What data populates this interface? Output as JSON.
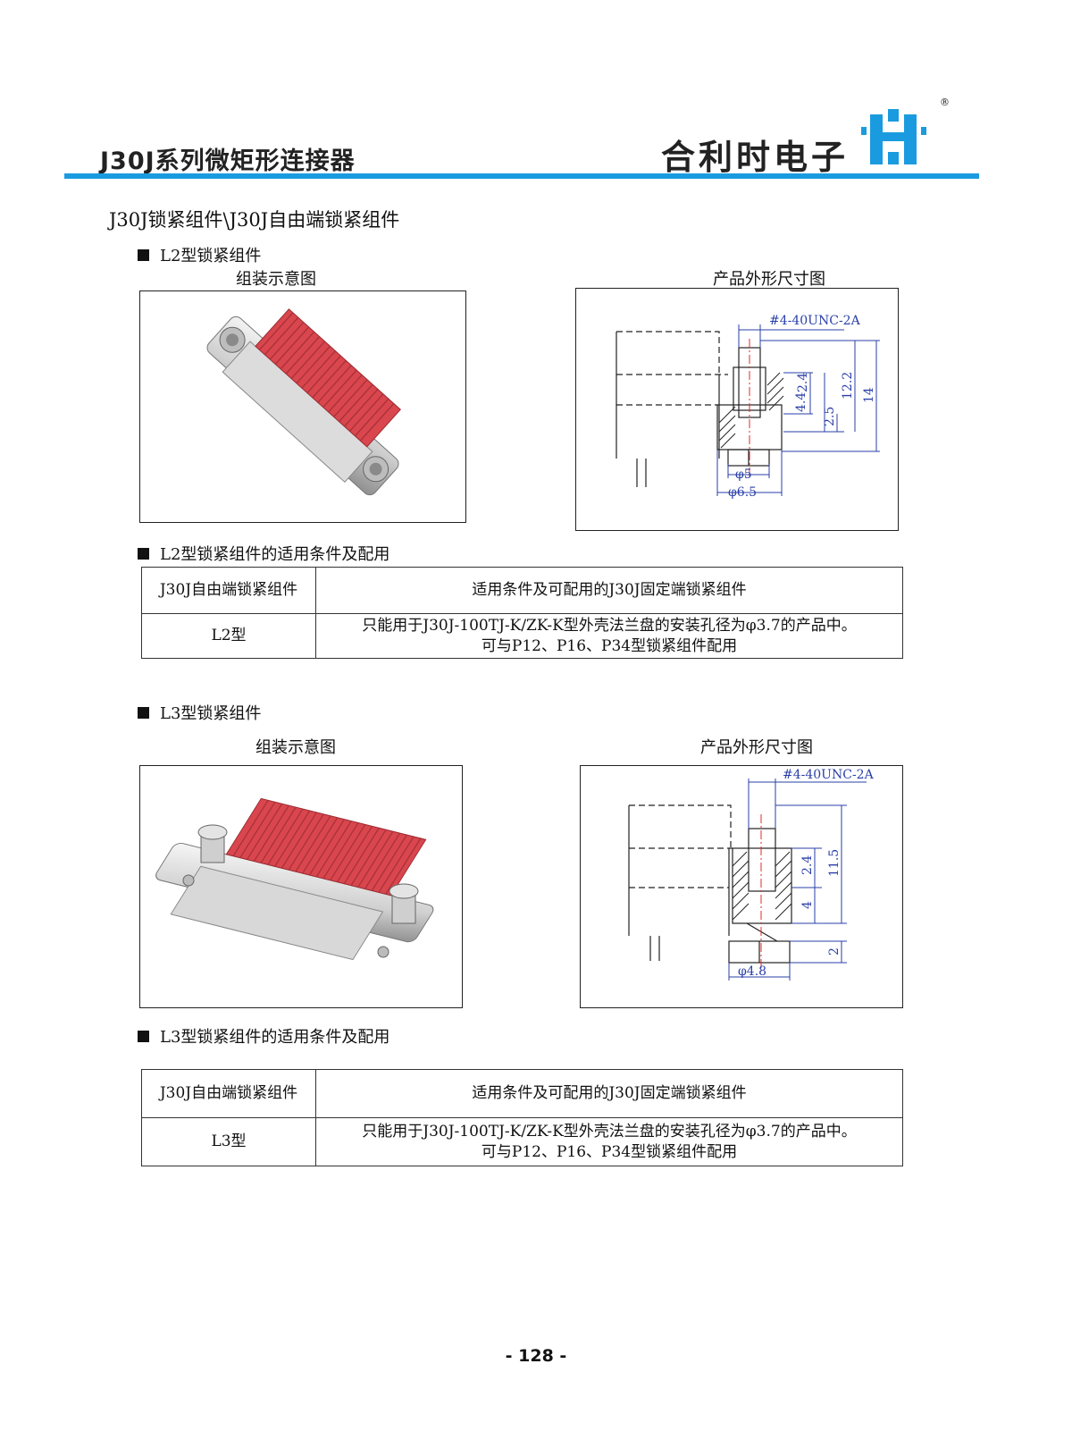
{
  "header": {
    "series_title": "J30J系列微矩形连接器",
    "brand_name": "合利时电子",
    "logo_registered": "®",
    "rule_color": "#1a9be0",
    "logo_color": "#1a9be0"
  },
  "section_title": "J30J锁紧组件\\J30J自由端锁紧组件",
  "l2": {
    "heading": "L2型锁紧组件",
    "assembly_caption": "组装示意图",
    "dimension_caption": "产品外形尺寸图",
    "dims": {
      "thread": "#4-40UNC-2A",
      "d1": "2.4",
      "d2": "4.4",
      "d3": "2.5",
      "d4": "12.2",
      "d5": "14",
      "dia1": "φ5",
      "dia2": "φ6.5"
    },
    "table_heading": "L2型锁紧组件的适用条件及配用",
    "table": {
      "col1_header": "J30J自由端锁紧组件",
      "col2_header": "适用条件及可配用的J30J固定端锁紧组件",
      "row_type": "L2型",
      "row_line1": "只能用于J30J-100TJ-K/ZK-K型外壳法兰盘的安装孔径为φ3.7的产品中。",
      "row_line2": "可与P12、P16、P34型锁紧组件配用"
    }
  },
  "l3": {
    "heading": "L3型锁紧组件",
    "assembly_caption": "组装示意图",
    "dimension_caption": "产品外形尺寸图",
    "dims": {
      "thread": "#4-40UNC-2A",
      "d1": "2.4",
      "d2": "4",
      "d3": "11.5",
      "d4": "2",
      "dia1": "φ4.8"
    },
    "table_heading": "L3型锁紧组件的适用条件及配用",
    "table": {
      "col1_header": "J30J自由端锁紧组件",
      "col2_header": "适用条件及可配用的J30J固定端锁紧组件",
      "row_type": "L3型",
      "row_line1": "只能用于J30J-100TJ-K/ZK-K型外壳法兰盘的安装孔径为φ3.7的产品中。",
      "row_line2": "可与P12、P16、P34型锁紧组件配用"
    }
  },
  "page_number": "- 128 -",
  "colors": {
    "connector_red": "#d9464e",
    "dimension_blue": "#2a3fa8",
    "centerline_red": "#e0282e"
  }
}
